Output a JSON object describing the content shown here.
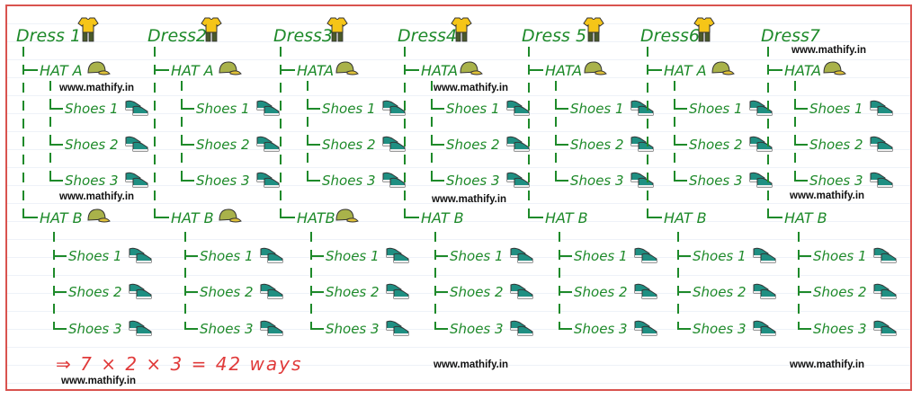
{
  "columns": [
    {
      "dress": "Dress 1",
      "hat_a": "HAT A",
      "hat_b": "HAT B",
      "hat_b_has_icon": true
    },
    {
      "dress": "Dress2",
      "hat_a": "HAT A",
      "hat_b": "HAT B",
      "hat_b_has_icon": true
    },
    {
      "dress": "Dress3",
      "hat_a": "HATA",
      "hat_b": "HATB",
      "hat_b_has_icon": true
    },
    {
      "dress": "Dress4",
      "hat_a": "HATA",
      "hat_b": "HAT B",
      "hat_b_has_icon": false
    },
    {
      "dress": "Dress 5",
      "hat_a": "HATA",
      "hat_b": "HAT B",
      "hat_b_has_icon": false
    },
    {
      "dress": "Dress6",
      "hat_a": "HAT A",
      "hat_b": "HAT B",
      "hat_b_has_icon": false
    },
    {
      "dress": "Dress7",
      "hat_a": "HATA",
      "hat_b": "HAT B",
      "hat_b_has_icon": false
    }
  ],
  "shoes": [
    "Shoes 1",
    "Shoes 2",
    "Shoes 3"
  ],
  "formula": "⇒  7 × 2 × 3  =  42 ways",
  "watermark": "www.mathify.in",
  "icons": {
    "dress": "shirt-icon",
    "hat": "cap-icon",
    "shoe": "sneakers-icon"
  },
  "colors": {
    "ink": "#1e8a2a",
    "formula": "#e03a3a",
    "border": "#d9534f",
    "shirt": "#f5c518",
    "cap": "#a9b24a",
    "shoe": "#1f8f82"
  }
}
